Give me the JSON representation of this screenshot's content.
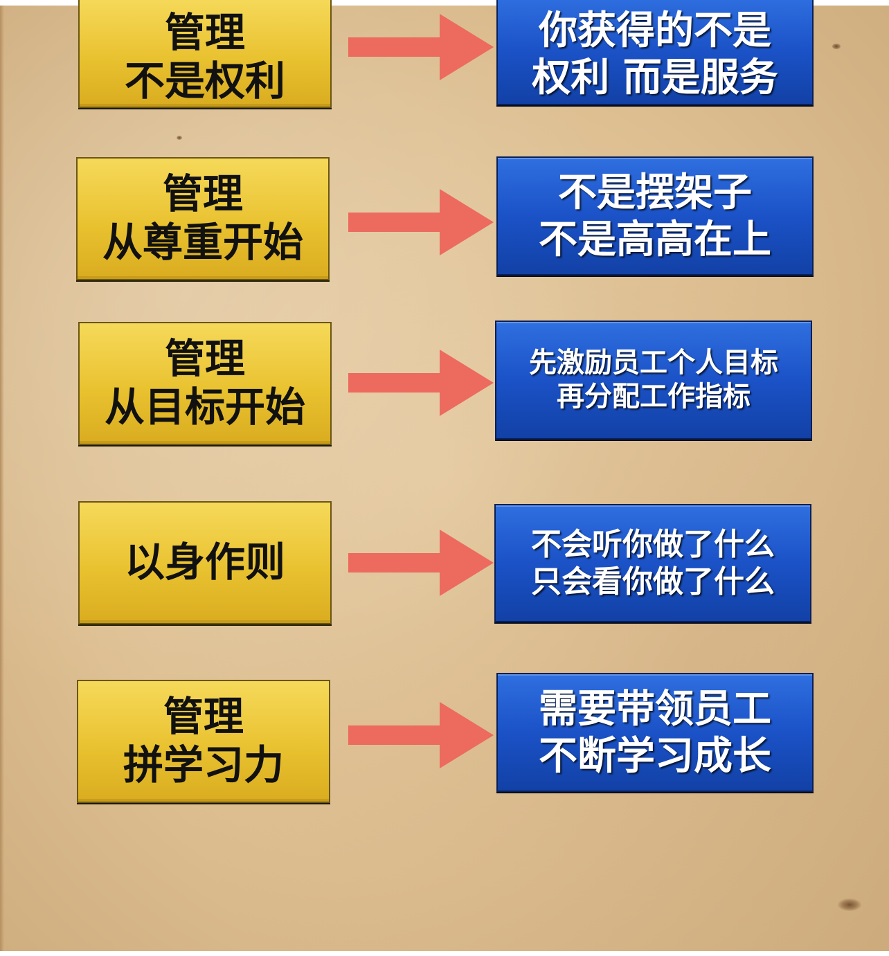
{
  "colors": {
    "paper": "#ddbf92",
    "gold_box": "#e9c230",
    "blue_box": "#1b52c7",
    "arrow": "#ec6a5e"
  },
  "rows": [
    {
      "left": [
        "管理",
        "不是权利"
      ],
      "right": [
        "你获得的不是",
        "权利 而是服务"
      ]
    },
    {
      "left": [
        "管理",
        "从尊重开始"
      ],
      "right": [
        "不是摆架子",
        "不是高高在上"
      ]
    },
    {
      "left": [
        "管理",
        "从目标开始"
      ],
      "right": [
        "先激励员工个人目标",
        "再分配工作指标"
      ]
    },
    {
      "left": [
        "以身作则"
      ],
      "right": [
        "不会听你做了什么",
        "只会看你做了什么"
      ]
    },
    {
      "left": [
        "管理",
        "拼学习力"
      ],
      "right": [
        "需要带领员工",
        "不断学习成长"
      ]
    }
  ]
}
